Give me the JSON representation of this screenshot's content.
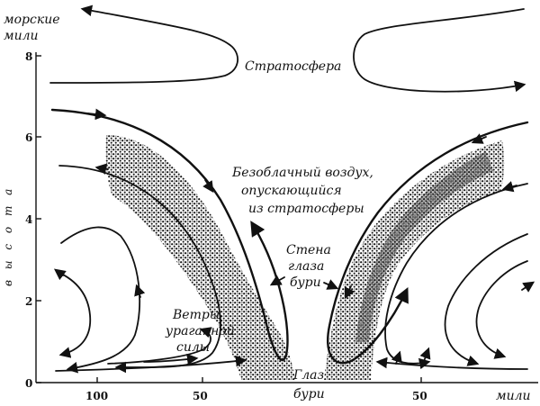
{
  "y_axis": {
    "units_line1": "морские",
    "units_line2": "мили",
    "title": "в ы с о т а",
    "ticks": [
      "0",
      "2",
      "4",
      "6",
      "8"
    ]
  },
  "x_axis": {
    "ticks_left": [
      "100",
      "50"
    ],
    "ticks_right": [
      "50"
    ],
    "unit": "мили"
  },
  "labels": {
    "stratosphere": "Стратосфера",
    "clear_air_1": "Безоблачный воздух,",
    "clear_air_2": "опускающийся",
    "clear_air_3": "из стратосферы",
    "wall_1": "Стена",
    "wall_2": "глаза",
    "wall_3": "бури",
    "winds_1": "Ветры",
    "winds_2": "ураганной",
    "winds_3": "силы",
    "eye_1": "Глаз",
    "eye_2": "бури"
  }
}
